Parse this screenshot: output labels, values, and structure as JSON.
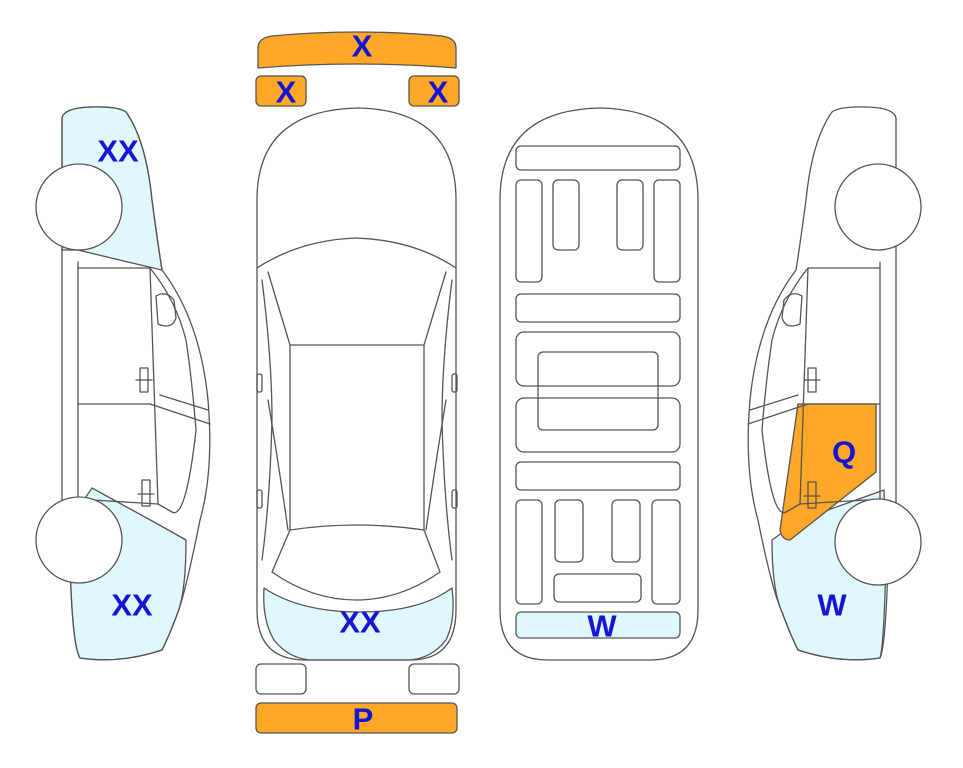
{
  "colors": {
    "damage_fill": "#FFA726",
    "scratch_fill": "#E0F7FC",
    "label_text": "#1515D6",
    "outline": "#555555",
    "background": "#ffffff"
  },
  "parts": {
    "front_bumper": {
      "code": "X",
      "condition": "damaged"
    },
    "left_headlight": {
      "code": "X",
      "condition": "damaged"
    },
    "right_headlight": {
      "code": "X",
      "condition": "damaged"
    },
    "left_side_front_fender": {
      "code": "XX",
      "condition": "marked"
    },
    "left_side_rear_fender": {
      "code": "XX",
      "condition": "marked"
    },
    "rear_top": {
      "code": "XX",
      "condition": "marked"
    },
    "rear_underbody_panel": {
      "code": "W",
      "condition": "marked"
    },
    "right_side_rear_door": {
      "code": "Q",
      "condition": "damaged"
    },
    "right_side_rear_fender": {
      "code": "W",
      "condition": "marked"
    },
    "rear_bumper": {
      "code": "P",
      "condition": "damaged"
    }
  }
}
